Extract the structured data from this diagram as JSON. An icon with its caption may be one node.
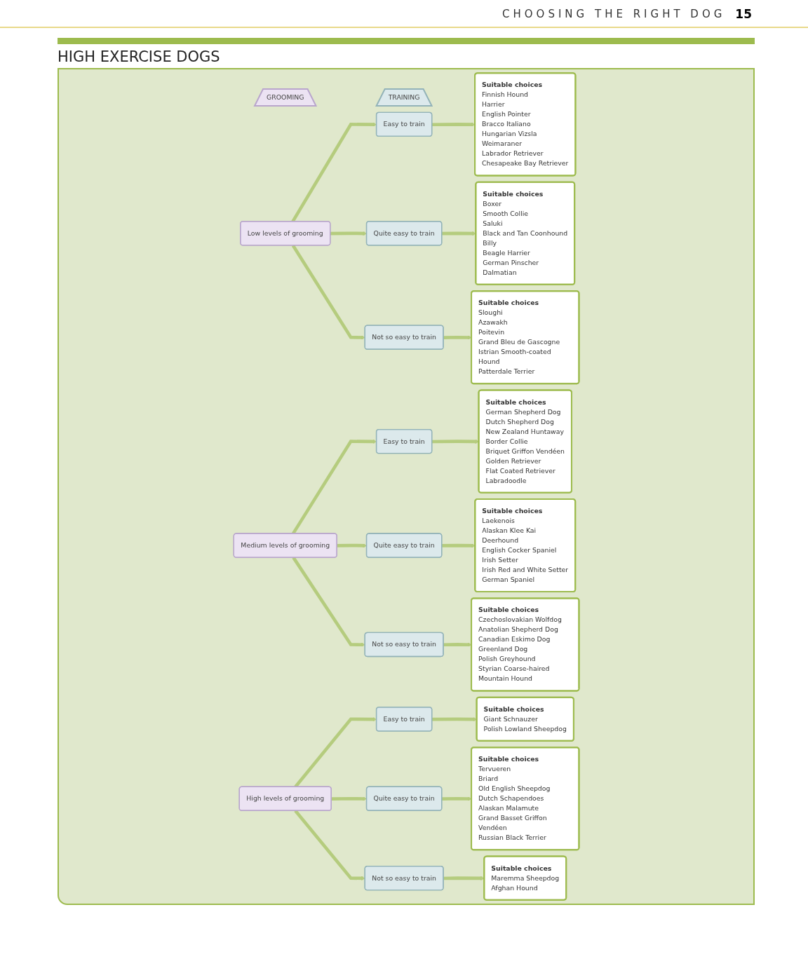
{
  "diagram": {
    "title": "HIGH EXERCISE DOGS",
    "nodes": [
      {
        "text": [
          "GROOMING"
        ]
      },
      {
        "text": [
          "TRAINING"
        ]
      },
      {
        "text": [
          "Low levels of grooming"
        ]
      },
      {
        "text": [
          "Easy to train"
        ]
      },
      {
        "text": [
          "Suitable choices",
          "Finnish Hound",
          "Harrier",
          "English Pointer",
          "Bracco Italiano",
          "Hungarian Vizsla",
          "Weimaraner",
          "Labrador Retriever",
          "Chesapeake Bay Retriever"
        ]
      },
      {
        "text": [
          "Quite easy to train"
        ]
      },
      {
        "text": [
          "Suitable choices",
          "Boxer",
          "Smooth Collie",
          "Saluki",
          "Black and Tan Coonhound",
          "Billy",
          "Beagle Harrier",
          "German Pinscher",
          "Dalmatian"
        ]
      },
      {
        "text": [
          "Not so easy to train"
        ]
      },
      {
        "text": [
          "Suitable choices",
          "Sloughi",
          "Azawakh",
          "Poitevin",
          "Grand Bleu de Gascogne",
          "Istrian Smooth-coated Hound",
          "Patterdale Terrier"
        ]
      },
      {
        "text": [
          "Medium levels of grooming"
        ]
      },
      {
        "text": [
          "Easy to train"
        ]
      },
      {
        "text": [
          "Suitable choices",
          "German Shepherd Dog",
          "Dutch Shepherd Dog",
          "New Zealand Huntaway",
          "Border Collie",
          "Briquet Griffon Vendéen",
          "Golden Retriever",
          "Flat Coated Retriever",
          "Labradoodle"
        ]
      },
      {
        "text": [
          "Quite easy to train"
        ]
      },
      {
        "text": [
          "Suitable choices",
          "Laekenois",
          "Alaskan Klee Kai",
          "Deerhound",
          "English Cocker Spaniel",
          "Irish Setter",
          "Irish Red and White Setter",
          "German Spaniel"
        ]
      },
      {
        "text": [
          "Not so easy to train"
        ]
      },
      {
        "text": [
          "Suitable choices",
          "Czechoslovakian Wolfdog",
          "Anatolian Shepherd Dog",
          "Canadian Eskimo Dog",
          "Greenland Dog",
          "Polish Greyhound",
          "Styrian Coarse-haired Mountain Hound"
        ]
      },
      {
        "text": [
          "High levels of grooming"
        ]
      },
      {
        "text": [
          "Easy to train"
        ]
      },
      {
        "text": [
          "Suitable choices",
          "Giant Schnauzer",
          "Polish Lowland Sheepdog"
        ]
      },
      {
        "text": [
          "Quite easy to train"
        ]
      },
      {
        "text": [
          "Suitable choices",
          "Tervueren",
          "Briard",
          "Old English Sheepdog",
          "Dutch Schapendoes",
          "Alaskan Malamute",
          "Grand Basset Griffon Vendéen",
          "Russian Black Terrier"
        ]
      },
      {
        "text": [
          "Not so easy to train"
        ]
      },
      {
        "text": [
          "Suitable choices",
          "Maremma Sheepdog",
          "Afghan Hound"
        ]
      }
    ],
    "edges": [
      {
        "from": 2,
        "to": 3,
        "arrow": "to"
      },
      {
        "from": 3,
        "to": 4,
        "arrow": "to"
      },
      {
        "from": 2,
        "to": 5,
        "arrow": "to"
      },
      {
        "from": 5,
        "to": 6,
        "arrow": "to"
      },
      {
        "from": 2,
        "to": 7,
        "arrow": "to"
      },
      {
        "from": 7,
        "to": 8,
        "arrow": "to"
      },
      {
        "from": 9,
        "to": 10,
        "arrow": "to"
      },
      {
        "from": 10,
        "to": 11,
        "arrow": "to"
      },
      {
        "from": 9,
        "to": 12,
        "arrow": "to"
      },
      {
        "from": 12,
        "to": 13,
        "arrow": "to"
      },
      {
        "from": 9,
        "to": 14,
        "arrow": "to"
      },
      {
        "from": 14,
        "to": 15,
        "arrow": "to"
      },
      {
        "from": 16,
        "to": 17,
        "arrow": "to"
      },
      {
        "from": 17,
        "to": 18,
        "arrow": "to"
      },
      {
        "from": 16,
        "to": 19,
        "arrow": "to"
      },
      {
        "from": 19,
        "to": 20,
        "arrow": "to"
      },
      {
        "from": 16,
        "to": 21,
        "arrow": "to"
      },
      {
        "from": 21,
        "to": 22,
        "arrow": "to"
      }
    ],
    "labels": [
      "CHOOSING THE RIGHT DOG",
      "15"
    ]
  }
}
